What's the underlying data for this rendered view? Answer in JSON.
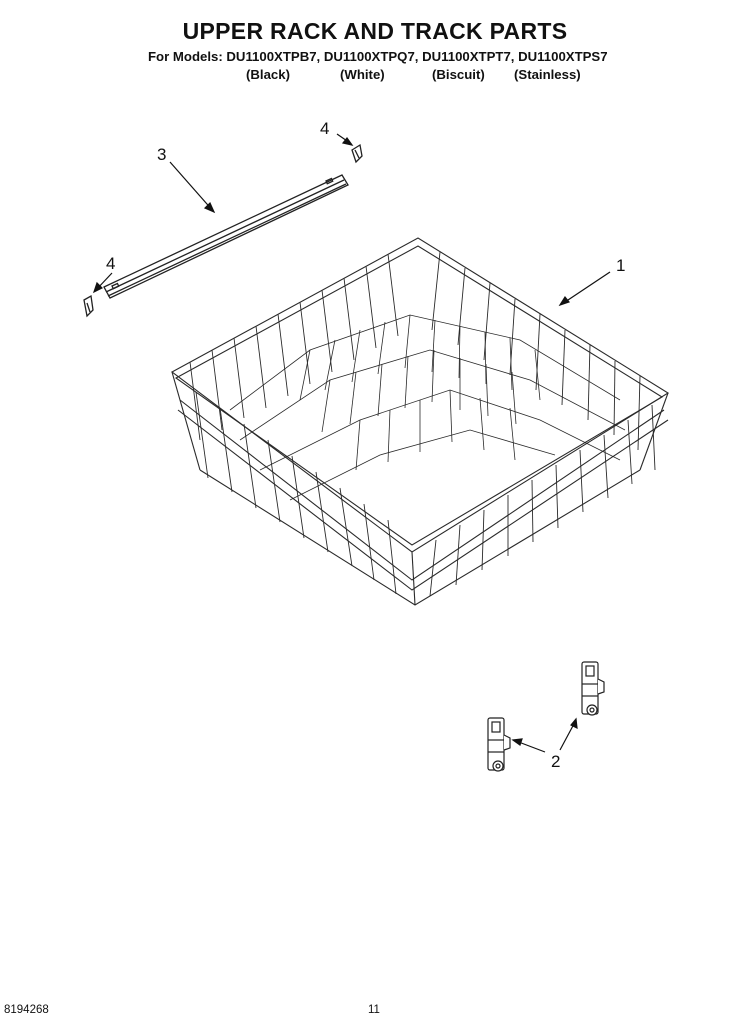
{
  "header": {
    "title": "UPPER RACK AND TRACK PARTS",
    "models_line": "For Models: DU1100XTPB7, DU1100XTPQ7, DU1100XTPT7, DU1100XTPS7",
    "colors": [
      "(Black)",
      "(White)",
      "(Biscuit)",
      "(Stainless)"
    ]
  },
  "callouts": {
    "rack": "1",
    "rollers": "2",
    "track": "3",
    "stop_top": "4",
    "stop_left": "4"
  },
  "footer": {
    "doc_number": "8194268",
    "page_number": "11"
  }
}
